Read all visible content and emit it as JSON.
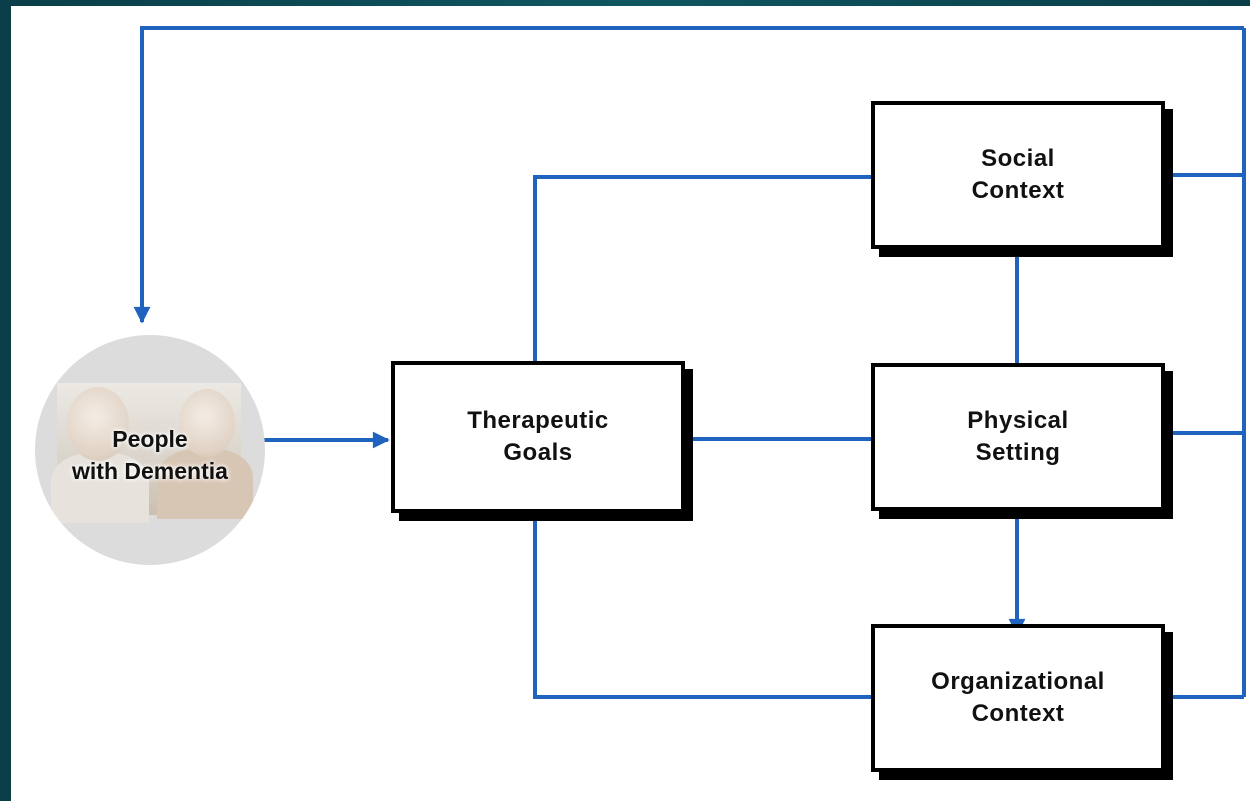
{
  "diagram": {
    "nodes": {
      "people": {
        "label": "People\nwith Dementia",
        "has_photo": true
      },
      "therapeutic": {
        "label": "Therapeutic\nGoals"
      },
      "social": {
        "label": "Social\nContext"
      },
      "physical": {
        "label": "Physical\nSetting"
      },
      "organizational": {
        "label": "Organizational\nContext"
      }
    },
    "edges": [
      {
        "from": "people",
        "to": "therapeutic"
      },
      {
        "from": "therapeutic",
        "to": "social"
      },
      {
        "from": "therapeutic",
        "to": "physical"
      },
      {
        "from": "therapeutic",
        "to": "organizational"
      },
      {
        "from": "physical",
        "to": "social"
      },
      {
        "from": "physical",
        "to": "organizational"
      },
      {
        "from": "social",
        "to": "people"
      },
      {
        "from": "physical",
        "to": "people"
      },
      {
        "from": "organizational",
        "to": "people"
      }
    ],
    "colors": {
      "arrow": "#1f63bf",
      "box_border": "#000000",
      "shadow": "#000000",
      "background": "#ffffff",
      "frame": "#0e5660"
    }
  }
}
